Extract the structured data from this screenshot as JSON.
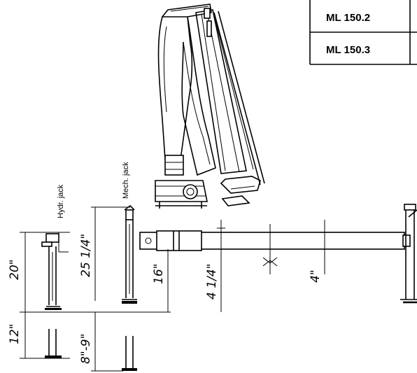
{
  "models": [
    "ML 150.2",
    "ML 150.3"
  ],
  "labels": {
    "hydraulic_jack": "Hydr. jack",
    "mechanical_jack": "Mech. jack"
  },
  "dimensions": {
    "hydr_height": "20\"",
    "hydr_extension": "12\"",
    "mech_height": "25 1/4\"",
    "mech_extension": "8\"-9\"",
    "beam_height": "16\"",
    "beam_clearance": "4 1/4\"",
    "beam_thickness": "4\""
  }
}
